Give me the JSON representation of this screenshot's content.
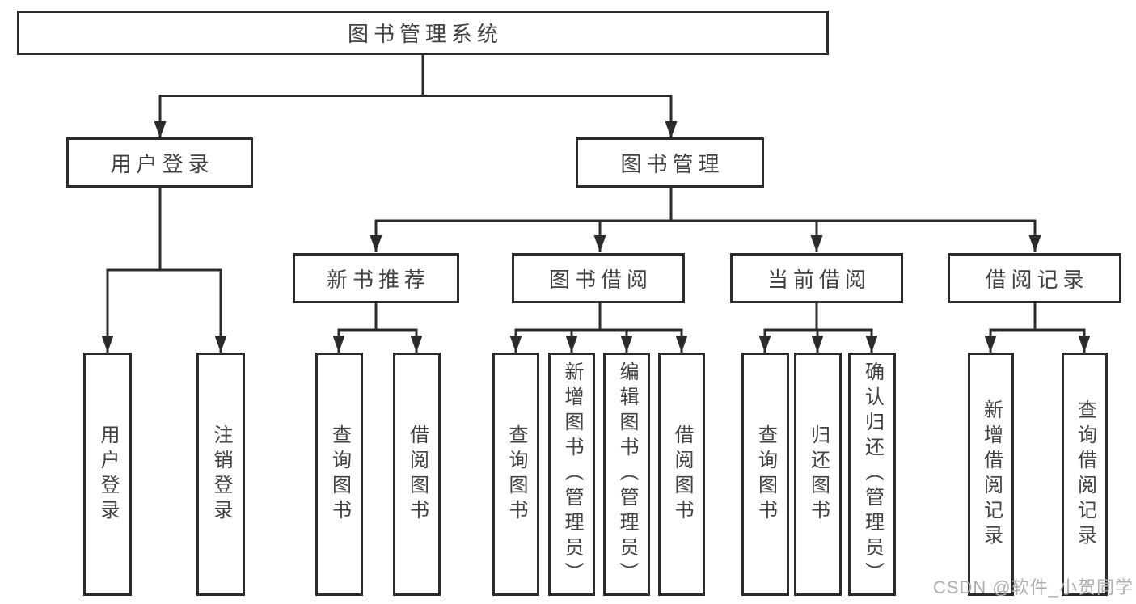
{
  "tree": {
    "root": {
      "label": "图书管理系统",
      "children": [
        {
          "label": "用户登录",
          "children": [
            {
              "label": "用户登录"
            },
            {
              "label": "注销登录"
            }
          ]
        },
        {
          "label": "图书管理",
          "children": [
            {
              "label": "新书推荐",
              "children": [
                {
                  "label": "查询图书"
                },
                {
                  "label": "借阅图书"
                }
              ]
            },
            {
              "label": "图书借阅",
              "children": [
                {
                  "label": "查询图书"
                },
                {
                  "label": "新增图书（管理员）"
                },
                {
                  "label": "编辑图书（管理员）"
                },
                {
                  "label": "借阅图书"
                }
              ]
            },
            {
              "label": "当前借阅",
              "children": [
                {
                  "label": "查询图书"
                },
                {
                  "label": "归还图书"
                },
                {
                  "label": "确认归还（管理员）"
                }
              ]
            },
            {
              "label": "借阅记录",
              "children": [
                {
                  "label": "新增借阅记录"
                },
                {
                  "label": "查询借阅记录"
                }
              ]
            }
          ]
        }
      ]
    }
  },
  "watermark": "CSDN @软件_小贺同学",
  "colors": {
    "line": "#2b2b2b",
    "text": "#414141",
    "watermark": "#b5acac",
    "background": "#ffffff"
  }
}
